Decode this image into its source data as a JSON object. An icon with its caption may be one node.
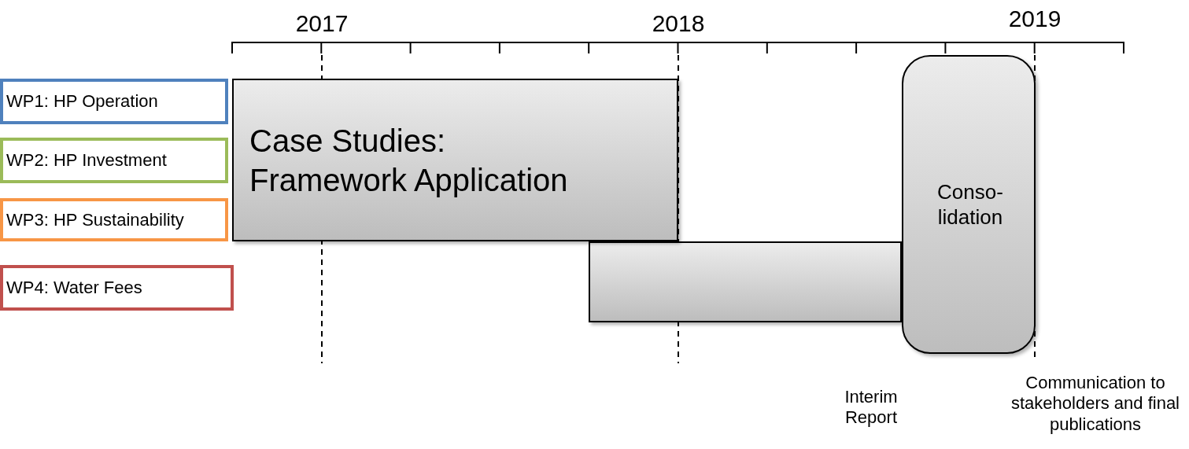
{
  "diagram": {
    "nodes": [
      {
        "text": [
          "WP1: HP Operation"
        ]
      },
      {
        "text": [
          "WP2: HP Investment"
        ]
      },
      {
        "text": [
          "WP3: HP Sustainability"
        ]
      },
      {
        "text": [
          "WP4: Water Fees"
        ]
      },
      {
        "text": [
          "Case Studies: Framework Application"
        ]
      },
      {
        "text": [],
        "shape": "box"
      },
      {
        "text": [
          "Conso- lidation"
        ]
      }
    ],
    "edges": [],
    "labels": [
      "2017",
      "2018",
      "2019",
      "Interim Report",
      "Communication to stakeholders and final publications"
    ]
  }
}
